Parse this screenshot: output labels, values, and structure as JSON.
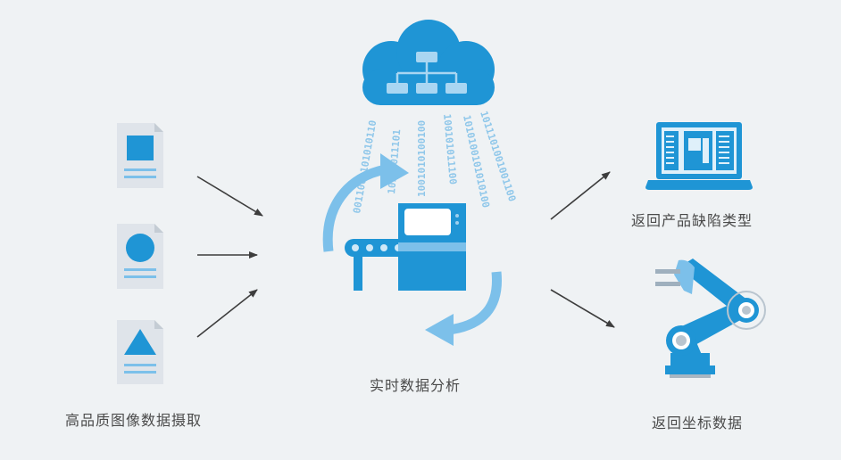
{
  "labels": {
    "left": "高品质图像数据摄取",
    "center": "实时数据分析",
    "right_top": "返回产品缺陷类型",
    "right_bottom": "返回坐标数据"
  },
  "binary_streams": [
    "0011000101010110",
    "10101011101",
    "1001010100100",
    "100101011100",
    "1010100101010100",
    "1011101001001100"
  ],
  "colors": {
    "primary": "#1f95d5",
    "light": "#7cc0ea",
    "doc_bg": "#dfe4ea",
    "arrow": "#3d3d3d"
  }
}
